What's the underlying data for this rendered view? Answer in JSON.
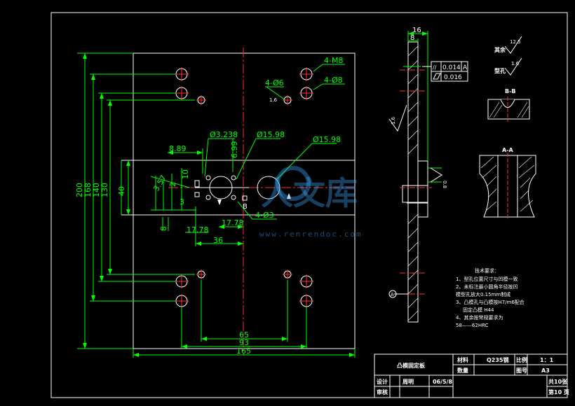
{
  "dims": {
    "d200": "200",
    "d168": "168",
    "d140": "140",
    "d130": "130",
    "d40": "40",
    "d10": "10",
    "d2": "2",
    "d8": "8",
    "d357": "3.57",
    "d3": "3",
    "d1778a": "17.78",
    "d1778b": "17.78",
    "d36": "36",
    "d65": "65",
    "d93": "93",
    "d165": "165",
    "d889": "8.89",
    "d699": "6.99",
    "d16": "16",
    "d8top": "8",
    "d08": "0.8",
    "d16v": "1.6",
    "d125": "12.5",
    "d16r": "1.6"
  },
  "labels": {
    "hole_m8": "4-M8",
    "hole_d8": "4-Ø8",
    "hole_d6": "4-Ø6",
    "hole_d6_r": "1.6",
    "d3238": "Ø3.238",
    "d1598a": "Ø15.98",
    "d1598b": "Ø15.98",
    "hole_d3": "4-Ø3",
    "section_b": "B",
    "section_bb": "B-B",
    "section_aa": "A-A",
    "section_a": "A"
  },
  "tolerance": {
    "flat_sym": "//",
    "flat_val": "0.014",
    "flat_ref": "A",
    "cyl_val": "0.016"
  },
  "roughness": {
    "rest_label": "其余",
    "bore_label": "型孔"
  },
  "tech_req": {
    "title": "技术要求：",
    "items": [
      "1、型孔位置尺寸与凹模一致",
      "2、未标注最小圆角半径按凹",
      "模型孔放大0.15mm制成",
      "3、凸模孔与凸模按H7/m6配合",
      "固定凸模 H44",
      "4、其余按常规要求为",
      "58——62HRC"
    ]
  },
  "title_block": {
    "part_name": "凸模固定板",
    "material_label": "材料",
    "material_value": "Q235钢",
    "scale_label": "比例",
    "scale_value": "1：1",
    "qty_label": "数量",
    "drawing_no_label": "图号",
    "drawing_no_value": "A3",
    "design_label": "设计",
    "designer": "周明",
    "date": "06/5/8",
    "review_label": "审核",
    "sheets_total": "共10张",
    "sheet_no": "第10 页"
  },
  "watermark": {
    "brand": "人文库",
    "url": "www.renrendoc.com"
  }
}
